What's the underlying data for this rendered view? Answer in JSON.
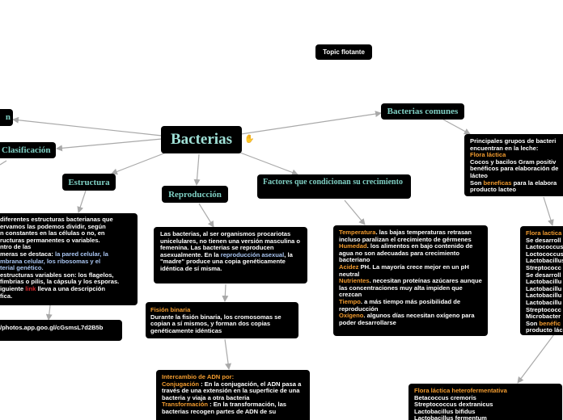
{
  "map": {
    "central": {
      "title": "Bacterias"
    },
    "floating": {
      "title": "Topic flotante"
    },
    "branches": {
      "bacterias_comunes": "Bacterias comunes",
      "clasificacion": "Clasificación",
      "left_edge": "n",
      "estructura": "Estructura",
      "reproduccion": "Reproducción",
      "factores": "Factores que condicionan su crecimiento"
    },
    "notes": {
      "estructura": {
        "l1": "diferentes estructuras bacterianas que",
        "l2": "ervamos  las podemos dividir, según",
        "l3": "n constantes en las células o no, en",
        "l4": "ructuras permanentes o variables.",
        "l5": "ntro de las",
        "l6a": "meras se destaca: ",
        "l6b": "la pared celular, la",
        "l7": "mbrana celular, los ribosomas y el",
        "l8": "terial genético.",
        "l9": "estructuras variables son: los flagelos,",
        "l10": "fimbrias o pilis, la cápsula y los esporas.",
        "l11a": "iguiente ",
        "l11b": "link",
        "l11c": " lleva a una descripción",
        "l12": "fica."
      },
      "photos_link": "/photos.app.goo.gl/cGsmsL7d2B5b",
      "reproduccion": "Las bacterias, al ser organismos procariotas unicelulares, no tienen una versión masculina o femenina. Las bacterias se reproducen asexualmente. En la",
      "reproduccion_highlight": "reproducción asexual",
      "reproduccion_tail": ", la \"madre\" produce una copia genéticamente idéntica de sí misma.",
      "fision": {
        "title": "Fisión binaria",
        "body": "Durante la fisión binaria, los cromosomas se copian a sí mismos, y forman dos copias genéticamente idénticas"
      },
      "intercambio": {
        "title": "Intercambio de ADN por:",
        "conj_label": "Conjugación",
        "conj_body": " : En la conjugación, el ADN pasa a través de una extensión en la superficie de una bacteria y viaja a otra bacteria",
        "trans_label": "Transformación",
        "trans_body": " : En la transformación, las bacterias recogen partes de ADN de su"
      },
      "factores": {
        "temp_label": "Temperatura",
        "temp_body": ". las bajas temperaturas retrasan incluso paralizan el crecimiento de gérmenes",
        "hum_label": "Humedad",
        "hum_body": ". los alimentos en bajo contenido de agua no son adecuadas para crecimiento bacteriano",
        "acidez_label": " Acidez",
        "acidez_body": " PH. La mayoría crece mejor en un pH neutral",
        "nutri_label": "Nutrientes",
        "nutri_body": ". necesitan proteínas azúcares aunque las concentraciones muy alta impiden que crezcan",
        "tiempo_label": "Tiempo",
        "tiempo_body": ". a más tiempo más  posibilidad de reproducción",
        "oxi_label": "Oxígeno",
        "oxi_body": ". algunos días necesitan  oxígeno para poder desarrollarse"
      },
      "grupos": {
        "l1": "Principales grupos de bacteri",
        "l2": "encuentran en la leche:",
        "l3": "Flora láctica",
        "l4": "Cocos y bacilos Gram positiv",
        "l5": "benéficos para elaboración de",
        "l6": "lácteo",
        "l7a": "Son ",
        "l7b": "beneficas",
        "l7c": " para la elabora",
        "l8": "producto lacteo"
      },
      "flora_right": {
        "title": "Flora lactica",
        "items": [
          "Se desarroll",
          "Lactococcus",
          "Loctococcus",
          "Lactobacillus",
          "Streptococc",
          "Se desarroll",
          "Lactobacillu",
          "Lactobacillu",
          "Lactobacillu",
          "Lactobacillu",
          "Streptococc",
          "Microbacter"
        ],
        "tail1a": " Son ",
        "tail1b": "benéfic",
        "tail2": "producto lác"
      },
      "hetero": {
        "title": "Flora láctica heterofermentativa",
        "items": [
          "Betacoccus cremoris",
          "Streptococcus dextranicus",
          "Lactobacillus bifidus",
          "Lactobacillus fermentum"
        ]
      }
    }
  },
  "colors": {
    "node_bg": "#000000",
    "topic_text": "#7fd0c4",
    "highlight_orange": "#f39c2f",
    "highlight_red": "#d9282e",
    "highlight_blue": "#aac6f2",
    "link_line": "#a9a9a9"
  },
  "icons": {
    "central_emoji": "hand-icon"
  }
}
